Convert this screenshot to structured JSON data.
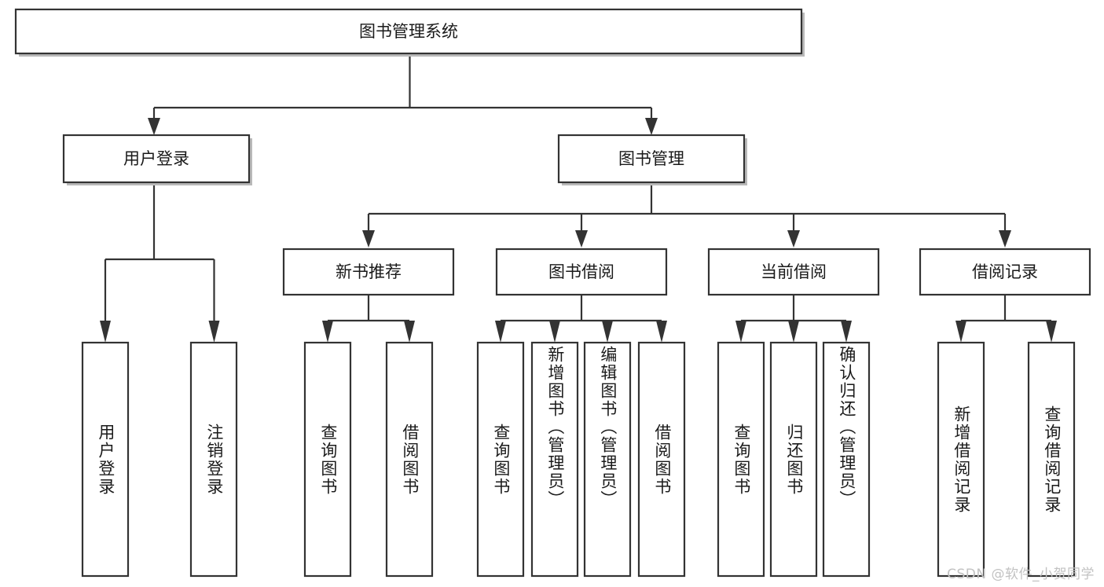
{
  "diagram": {
    "title": "图书管理系统",
    "type": "hierarchy-tree",
    "watermark": "CSDN @软件_小贺同学",
    "colors": {
      "stroke": "#333333",
      "fill": "#ffffff",
      "text": "#1a1a1a",
      "shadow": "#b9b9b9",
      "watermark": "#c2c2c2"
    },
    "root": {
      "label": "图书管理系统"
    },
    "level2": [
      {
        "label": "用户登录"
      },
      {
        "label": "图书管理"
      }
    ],
    "level3": [
      {
        "label": "新书推荐"
      },
      {
        "label": "图书借阅"
      },
      {
        "label": "当前借阅"
      },
      {
        "label": "借阅记录"
      }
    ],
    "leaves": {
      "user_login": [
        {
          "label": "用户登录"
        },
        {
          "label": "注销登录"
        }
      ],
      "new_book": [
        {
          "label": "查询图书"
        },
        {
          "label": "借阅图书"
        }
      ],
      "book_borrow": [
        {
          "label": "查询图书"
        },
        {
          "label": "新增图书（管理员）"
        },
        {
          "label": "编辑图书（管理员）"
        },
        {
          "label": "借阅图书"
        }
      ],
      "current_borrow": [
        {
          "label": "查询图书"
        },
        {
          "label": "归还图书"
        },
        {
          "label": "确认归还（管理员）"
        }
      ],
      "borrow_record": [
        {
          "label": "新增借阅记录"
        },
        {
          "label": "查询借阅记录"
        }
      ]
    }
  }
}
